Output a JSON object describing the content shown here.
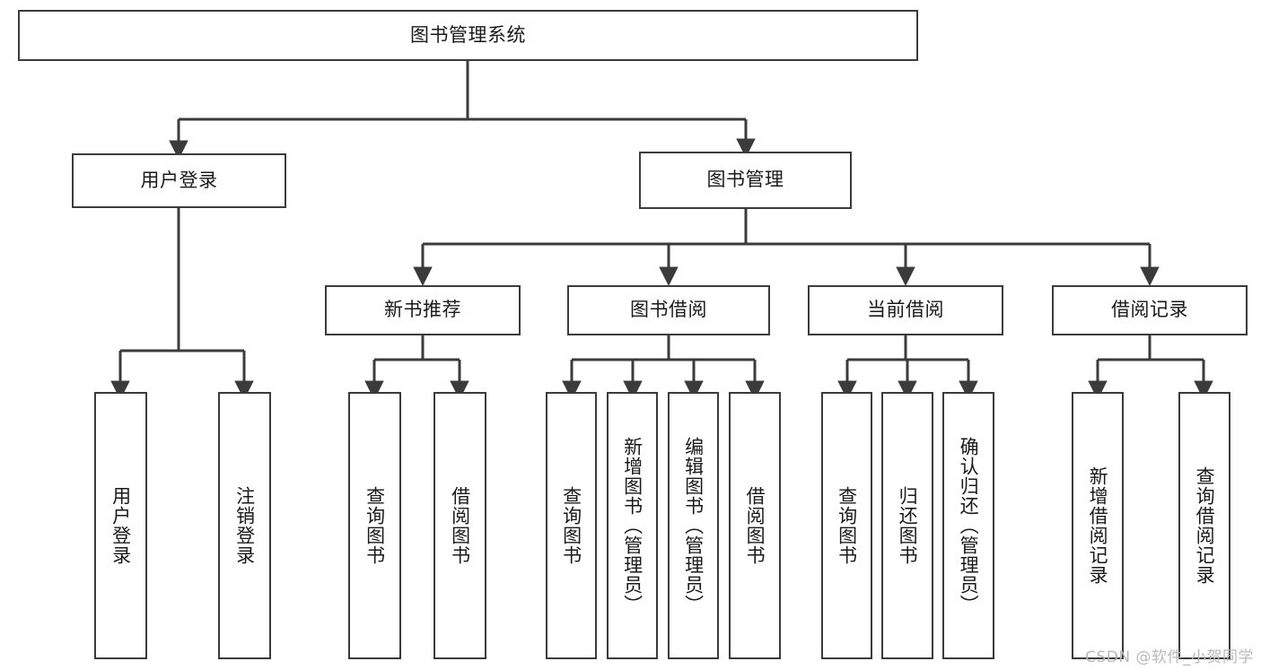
{
  "diagram": {
    "type": "tree-hierarchy",
    "title": "图书管理系统",
    "watermark": "CSDN @软件_小贺同学",
    "colors": {
      "stroke": "#3b3b3b",
      "fill": "#ffffff",
      "text": "#1a1a1a",
      "watermark": "#b8b8b8"
    },
    "nodes": {
      "root": "图书管理系统",
      "level2": [
        "用户登录",
        "图书管理"
      ],
      "level3": [
        "新书推荐",
        "图书借阅",
        "当前借阅",
        "借阅记录"
      ],
      "leaves": {
        "user_login": [
          "用户登录",
          "注销登录"
        ],
        "new_book": [
          "查询图书",
          "借阅图书"
        ],
        "book_borrow": [
          "查询图书",
          "新增图书（管理员）",
          "编辑图书（管理员）",
          "借阅图书"
        ],
        "current_borrow": [
          "查询图书",
          "归还图书",
          "确认归还（管理员）"
        ],
        "borrow_record": [
          "新增借阅记录",
          "查询借阅记录"
        ]
      }
    },
    "edges": [
      {
        "from": "图书管理系统",
        "to": "用户登录"
      },
      {
        "from": "图书管理系统",
        "to": "图书管理"
      },
      {
        "from": "图书管理",
        "to": "新书推荐"
      },
      {
        "from": "图书管理",
        "to": "图书借阅"
      },
      {
        "from": "图书管理",
        "to": "当前借阅"
      },
      {
        "from": "图书管理",
        "to": "借阅记录"
      },
      {
        "from": "用户登录",
        "to": "用户登录"
      },
      {
        "from": "用户登录",
        "to": "注销登录"
      },
      {
        "from": "新书推荐",
        "to": "查询图书"
      },
      {
        "from": "新书推荐",
        "to": "借阅图书"
      },
      {
        "from": "图书借阅",
        "to": "查询图书"
      },
      {
        "from": "图书借阅",
        "to": "新增图书（管理员）"
      },
      {
        "from": "图书借阅",
        "to": "编辑图书（管理员）"
      },
      {
        "from": "图书借阅",
        "to": "借阅图书"
      },
      {
        "from": "当前借阅",
        "to": "查询图书"
      },
      {
        "from": "当前借阅",
        "to": "归还图书"
      },
      {
        "from": "当前借阅",
        "to": "确认归还（管理员）"
      },
      {
        "from": "借阅记录",
        "to": "新增借阅记录"
      },
      {
        "from": "借阅记录",
        "to": "查询借阅记录"
      }
    ]
  }
}
